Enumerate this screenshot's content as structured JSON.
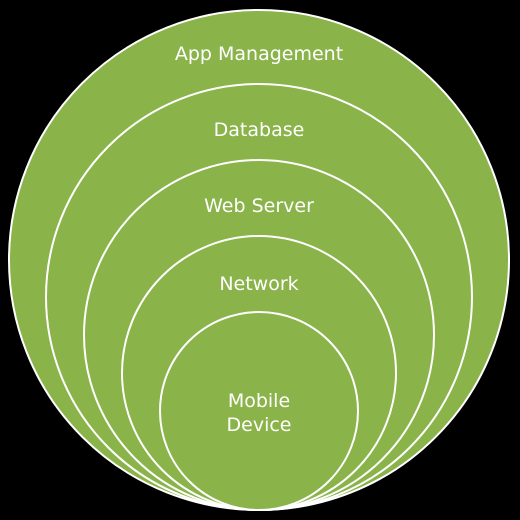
{
  "diagram": {
    "layers": [
      {
        "label": "App Management"
      },
      {
        "label": "Database"
      },
      {
        "label": "Web Server"
      },
      {
        "label": "Network"
      },
      {
        "label_line1": "Mobile",
        "label_line2": "Device"
      }
    ]
  },
  "colors": {
    "background": "#000000",
    "fill": "#8AB34A",
    "stroke": "#FFFFFF",
    "text": "#FFFFFF"
  }
}
